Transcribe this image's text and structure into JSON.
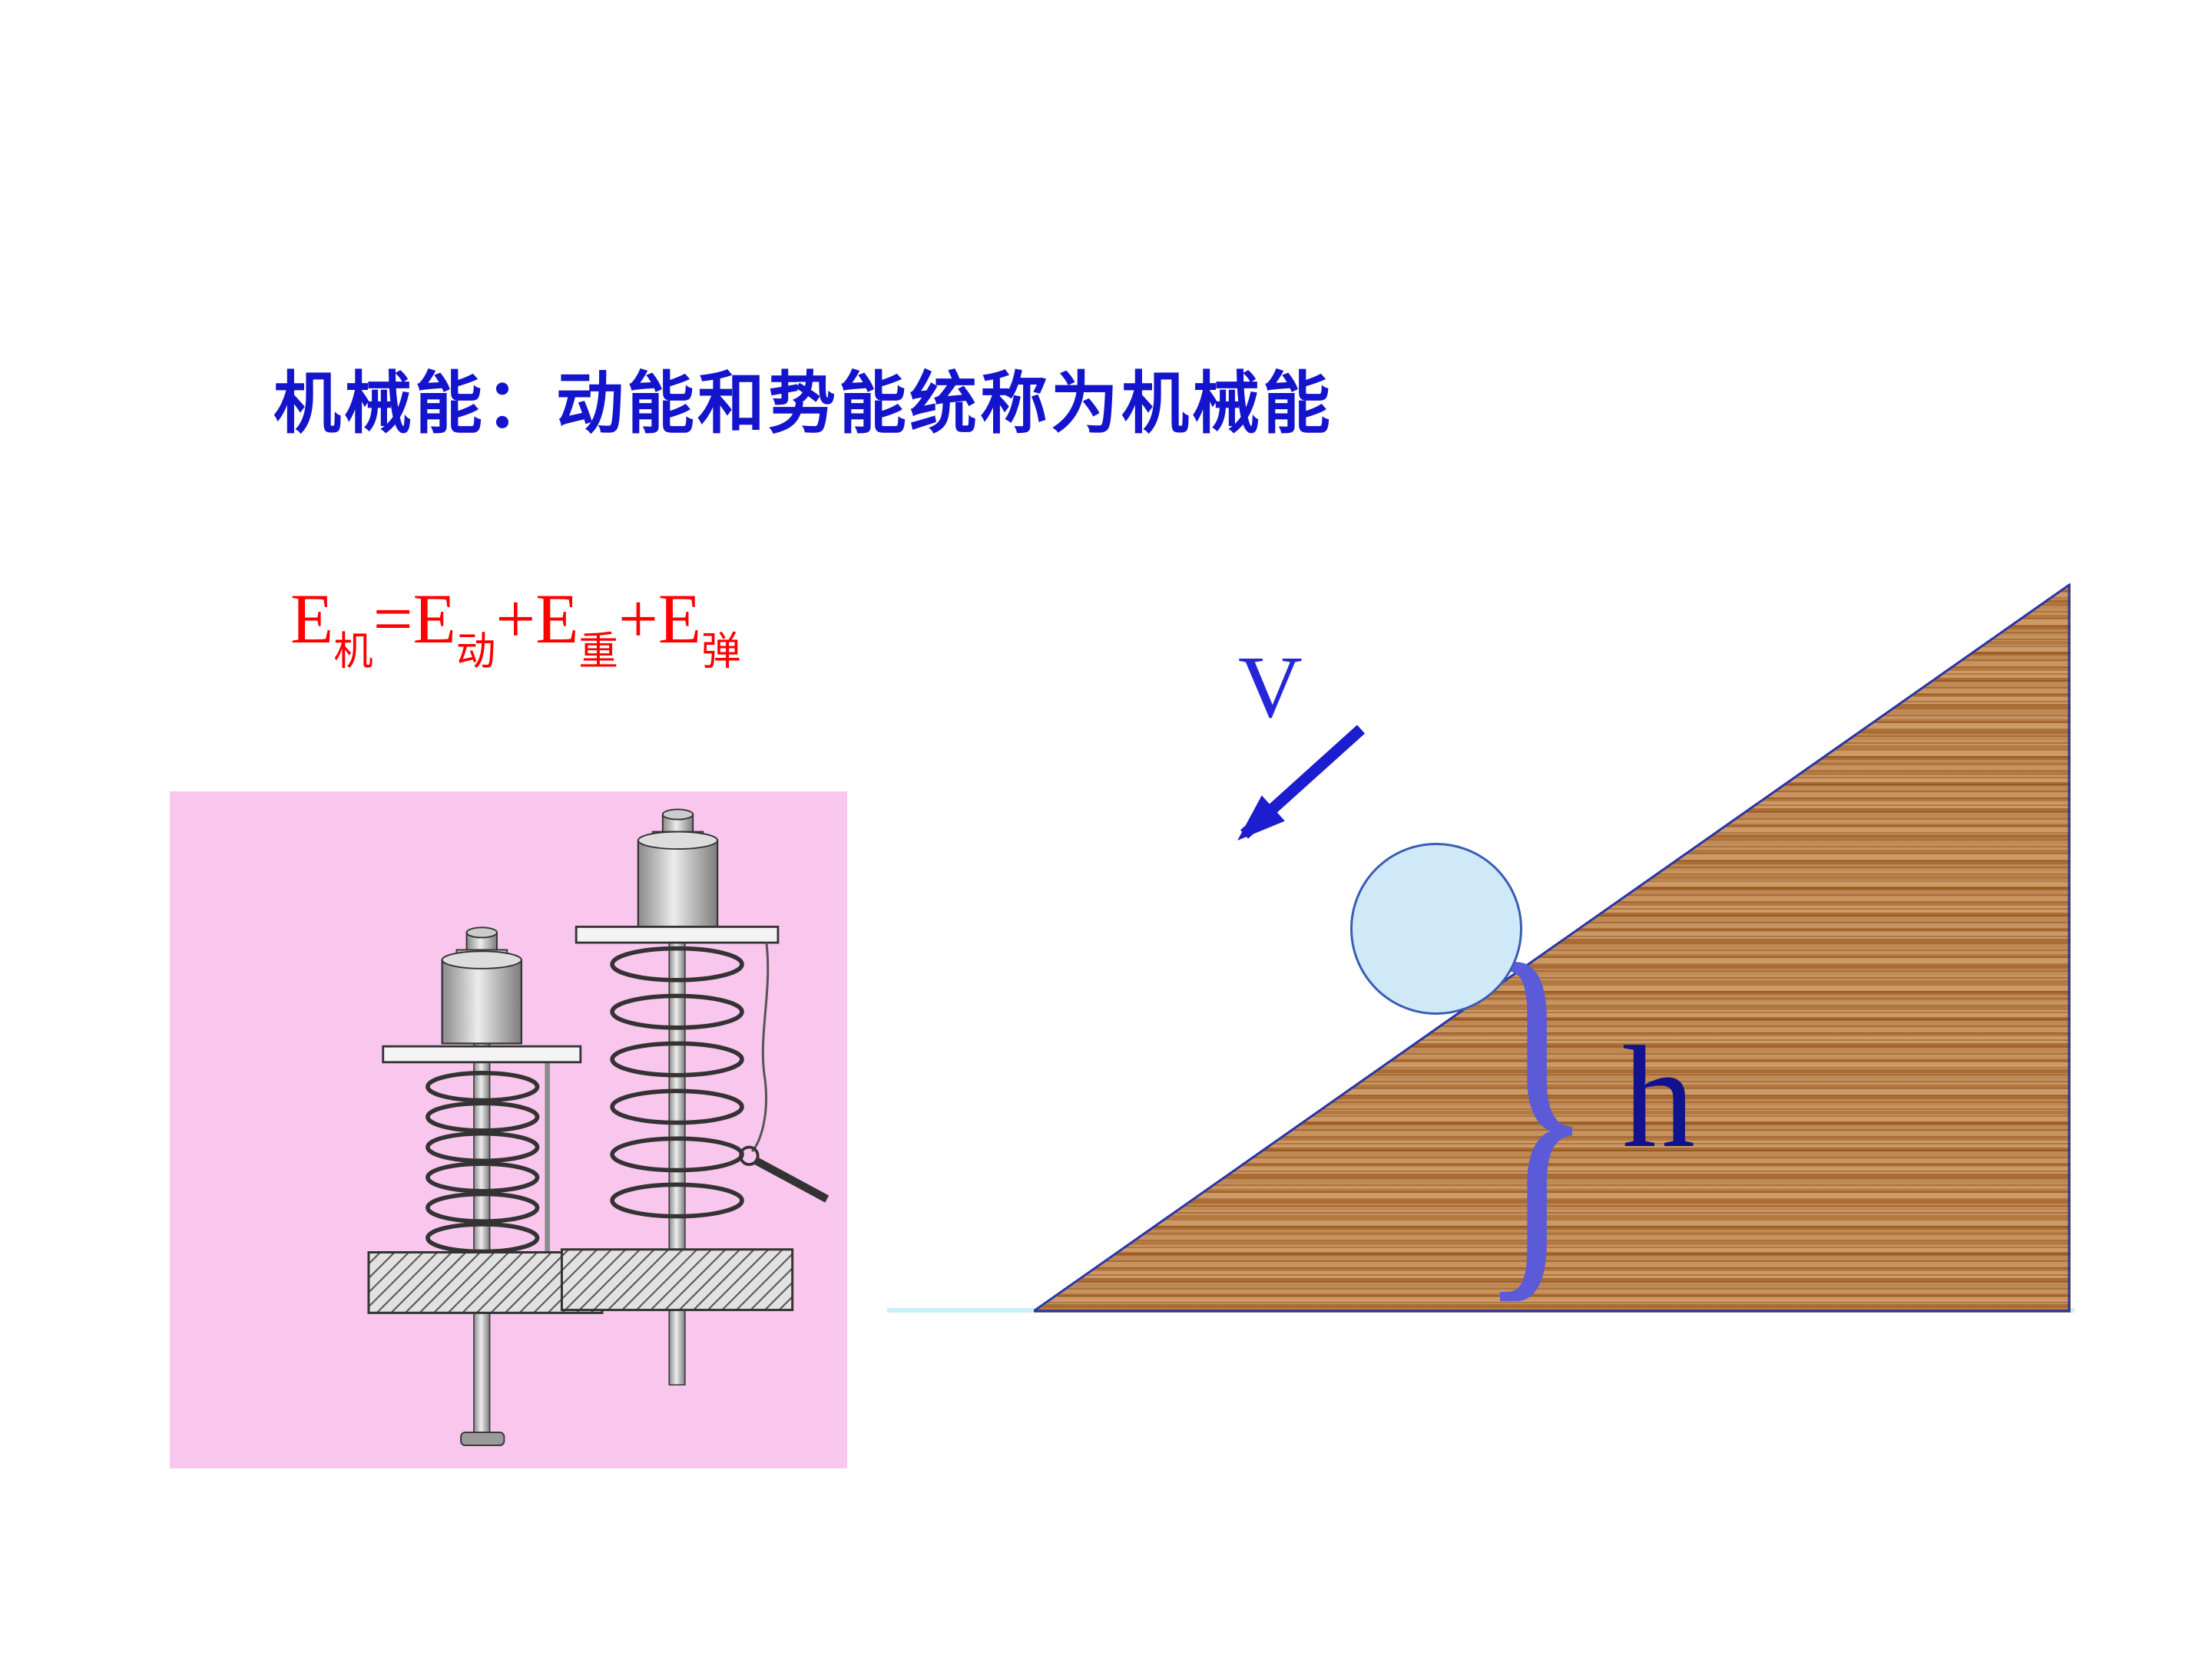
{
  "slide": {
    "title": "机械能：动能和势能统称为机械能"
  },
  "formula": {
    "e1": "E",
    "sub1": "机",
    "eq": "=",
    "e2": "E",
    "sub2": "动",
    "plus1": "+",
    "e3": "E",
    "sub3": "重",
    "plus2": "+",
    "e4": "E",
    "sub4": "弹"
  },
  "incline": {
    "v_label": "V",
    "h_label": "h",
    "brace_glyph": "}"
  },
  "colors": {
    "title_blue": "#1414cc",
    "formula_red": "#fe0000",
    "panel_pink": "#f9c6ee",
    "ball_fill": "#d0e9f8",
    "incline_outline": "#2836a8",
    "arrow_blue": "#1d1dd0",
    "brace_purple": "#5b5bd8",
    "ground_cyan": "#c9f1f9",
    "wood_brown": "#bd8149"
  }
}
